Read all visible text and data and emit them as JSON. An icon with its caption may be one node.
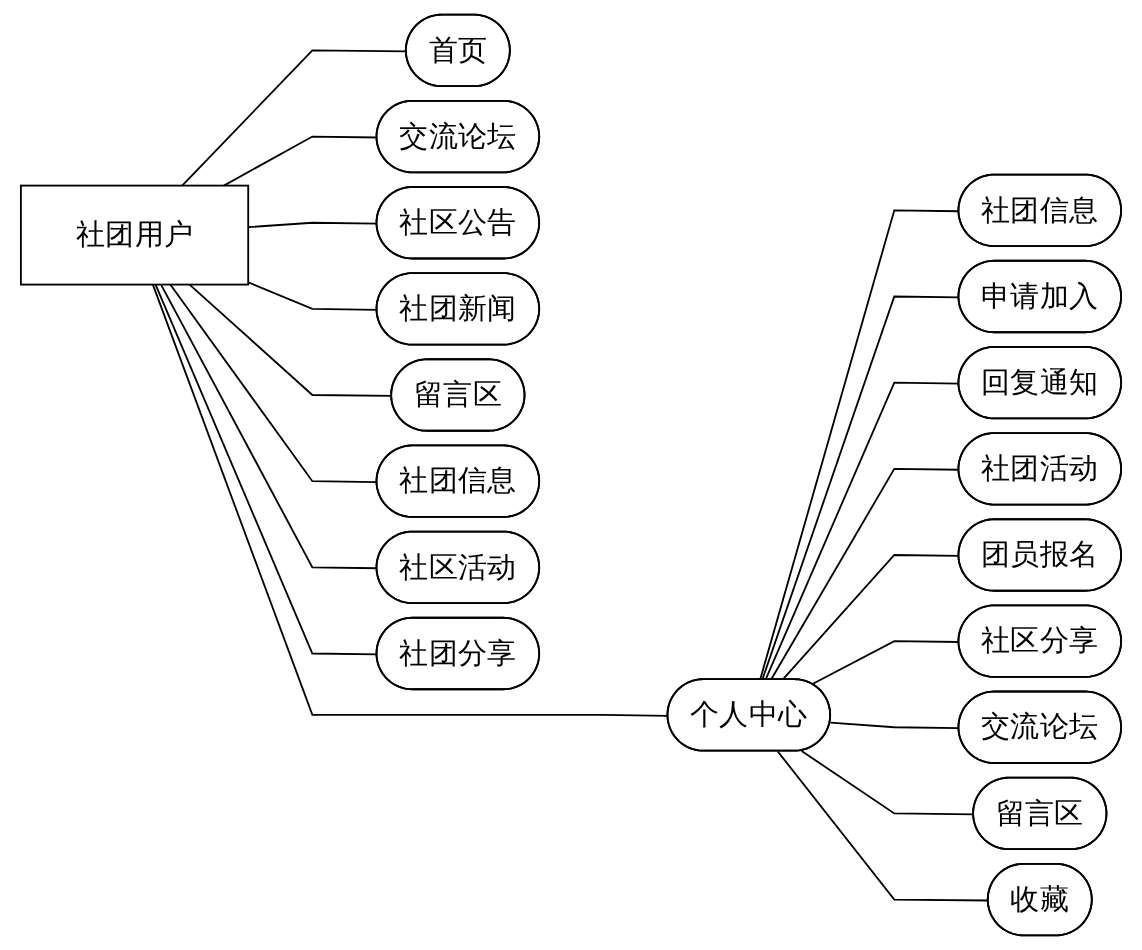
{
  "diagram": {
    "nodes": [
      {
        "text": [
          "社团用户"
        ]
      },
      {
        "text": [
          "首页"
        ]
      },
      {
        "text": [
          "交流论坛"
        ]
      },
      {
        "text": [
          "社区公告"
        ]
      },
      {
        "text": [
          "社团新闻"
        ]
      },
      {
        "text": [
          "留言区"
        ]
      },
      {
        "text": [
          "社团信息"
        ]
      },
      {
        "text": [
          "社区活动"
        ]
      },
      {
        "text": [
          "社团分享"
        ]
      },
      {
        "text": [
          "个人中心"
        ]
      },
      {
        "text": [
          "社团信息"
        ]
      },
      {
        "text": [
          "申请加入"
        ]
      },
      {
        "text": [
          "回复通知"
        ]
      },
      {
        "text": [
          "社团活动"
        ]
      },
      {
        "text": [
          "团员报名"
        ]
      },
      {
        "text": [
          "社区分享"
        ]
      },
      {
        "text": [
          "交流论坛"
        ]
      },
      {
        "text": [
          "留言区"
        ]
      },
      {
        "text": [
          "收藏"
        ]
      }
    ],
    "edges": [
      {
        "from": 0,
        "to": 1,
        "arrow": "none"
      },
      {
        "from": 0,
        "to": 2,
        "arrow": "none"
      },
      {
        "from": 0,
        "to": 3,
        "arrow": "none"
      },
      {
        "from": 0,
        "to": 4,
        "arrow": "none"
      },
      {
        "from": 0,
        "to": 5,
        "arrow": "none"
      },
      {
        "from": 0,
        "to": 6,
        "arrow": "none"
      },
      {
        "from": 0,
        "to": 7,
        "arrow": "none"
      },
      {
        "from": 0,
        "to": 8,
        "arrow": "none"
      },
      {
        "from": 0,
        "to": 9,
        "arrow": "none"
      },
      {
        "from": 9,
        "to": 10,
        "arrow": "none"
      },
      {
        "from": 9,
        "to": 11,
        "arrow": "none"
      },
      {
        "from": 9,
        "to": 12,
        "arrow": "none"
      },
      {
        "from": 9,
        "to": 13,
        "arrow": "none"
      },
      {
        "from": 9,
        "to": 14,
        "arrow": "none"
      },
      {
        "from": 9,
        "to": 15,
        "arrow": "none"
      },
      {
        "from": 9,
        "to": 16,
        "arrow": "none"
      },
      {
        "from": 9,
        "to": 17,
        "arrow": "none"
      },
      {
        "from": 9,
        "to": 18,
        "arrow": "none"
      }
    ]
  }
}
